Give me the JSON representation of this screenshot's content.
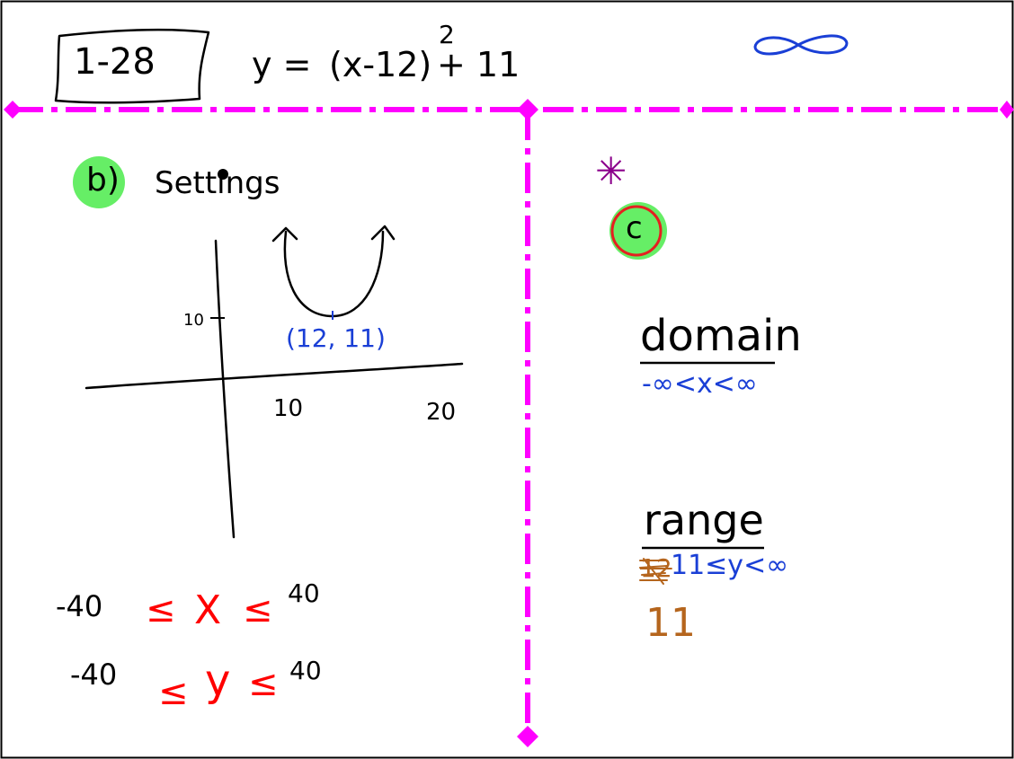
{
  "problem": {
    "number": "1-28",
    "equation_lhs": "y =",
    "equation_base": "(x-12)",
    "equation_exponent": "2",
    "equation_rest": "+ 11"
  },
  "part_b": {
    "label": "b)",
    "title": "Settings",
    "graph": {
      "y_tick_label": "10",
      "x_tick_labels": [
        "10",
        "20"
      ],
      "vertex_label": "(12, 11)",
      "vertex": [
        12,
        11
      ]
    },
    "window_x": {
      "min": "-40",
      "var": "X",
      "max": "40"
    },
    "window_y": {
      "min": "-40",
      "var": "y",
      "max": "40"
    },
    "leq": "≤"
  },
  "part_c": {
    "label": "c",
    "star": "✳",
    "domain_heading": "domain",
    "domain_value": "-∞<x<∞",
    "range_heading": "range",
    "range_value": "11≤y<∞",
    "range_crossed": "12",
    "range_correction": "11"
  },
  "colors": {
    "ink": "#000000",
    "divider": "#ff00ff",
    "highlight": "#66ee66",
    "red": "#ff0000",
    "blue": "#1a3fd6",
    "purple": "#8b008b",
    "brown": "#b5651d"
  }
}
